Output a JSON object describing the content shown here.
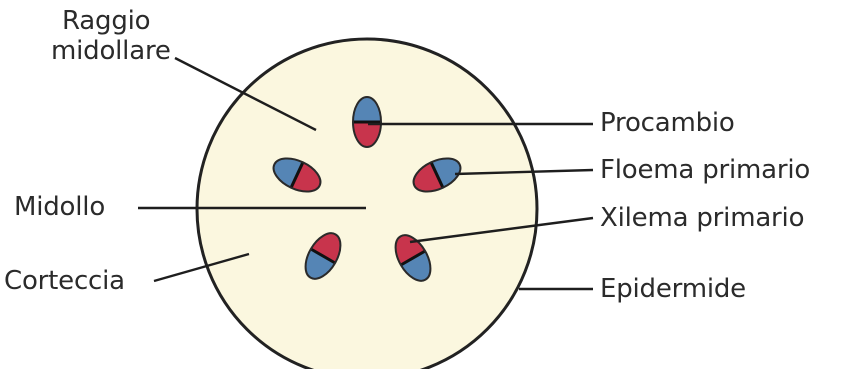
{
  "colors": {
    "background": "#ffffff",
    "stem_fill": "#fbf7df",
    "stem_outline": "#222222",
    "floem": "#5585b5",
    "xilem": "#c8344c",
    "procambio_line": "#111111",
    "leader_line": "#1e1e1e",
    "text": "#2b2b2b"
  },
  "labels": {
    "raggio_line1": "Raggio",
    "raggio_line2": "midollare",
    "midollo": "Midollo",
    "corteccia": "Corteccia",
    "procambio": "Procambio",
    "floema": "Floema primario",
    "xilema": "Xilema primario",
    "epidermide": "Epidermide"
  }
}
